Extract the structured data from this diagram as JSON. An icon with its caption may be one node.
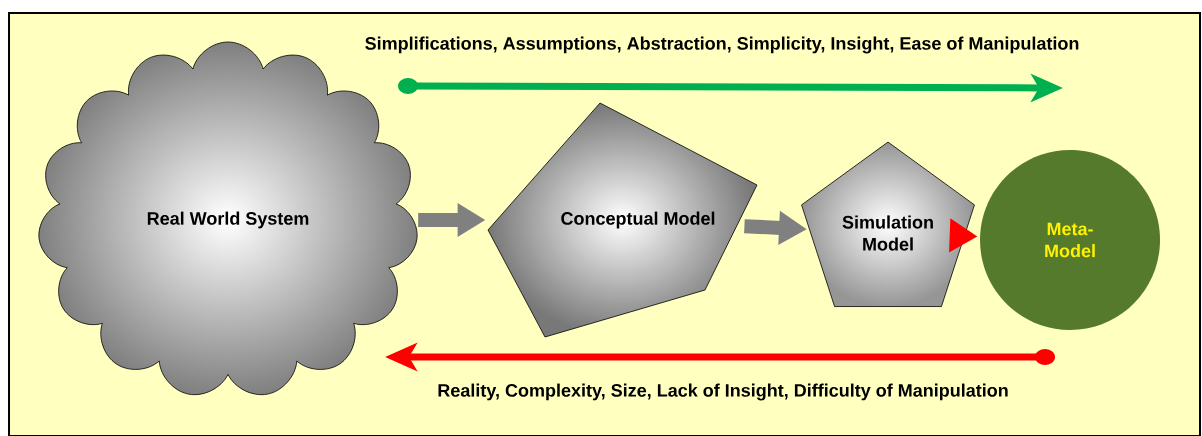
{
  "diagram": {
    "nodes": [
      {
        "text": [
          "Real World System"
        ]
      },
      {
        "text": [
          "Conceptual Model"
        ]
      },
      {
        "text": [
          "Simulation Model"
        ]
      },
      {
        "text": [
          "Meta-Model"
        ]
      }
    ],
    "edges": [
      {
        "from": 0,
        "to": 1,
        "arrow": "to"
      },
      {
        "from": 1,
        "to": 2,
        "arrow": "to"
      },
      {
        "from": 2,
        "to": 3,
        "arrow": "to",
        "color": "#ff0000"
      }
    ],
    "labels": [
      "Simplifications, Assumptions, Abstraction, Simplicity, Insight, Ease of Manipulation",
      "Reality, Complexity, Size, Lack of Insight, Difficulty of Manipulation"
    ]
  }
}
